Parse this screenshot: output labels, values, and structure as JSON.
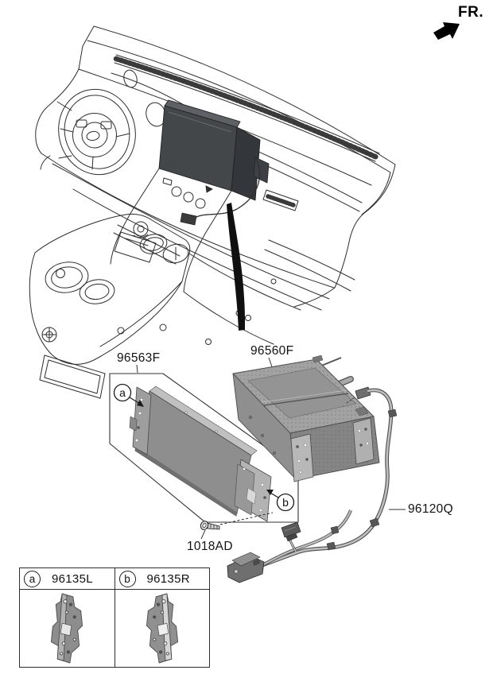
{
  "direction_label": "FR.",
  "part_labels": {
    "display_assembly": "96563F",
    "audio_head_unit": "96560F",
    "wiring_cable": "96120Q",
    "screw": "1018AD"
  },
  "callouts": {
    "a": "a",
    "b": "b"
  },
  "legend": {
    "cells": [
      {
        "key": "a",
        "part_no": "96135L"
      },
      {
        "key": "b",
        "part_no": "96135R"
      }
    ]
  },
  "colors": {
    "line": "#2b2b2b",
    "part_fill": "#8f8f8f",
    "installed_unit_fill": "#44474a",
    "highlight_swoosh": "#101010",
    "background": "#ffffff"
  }
}
